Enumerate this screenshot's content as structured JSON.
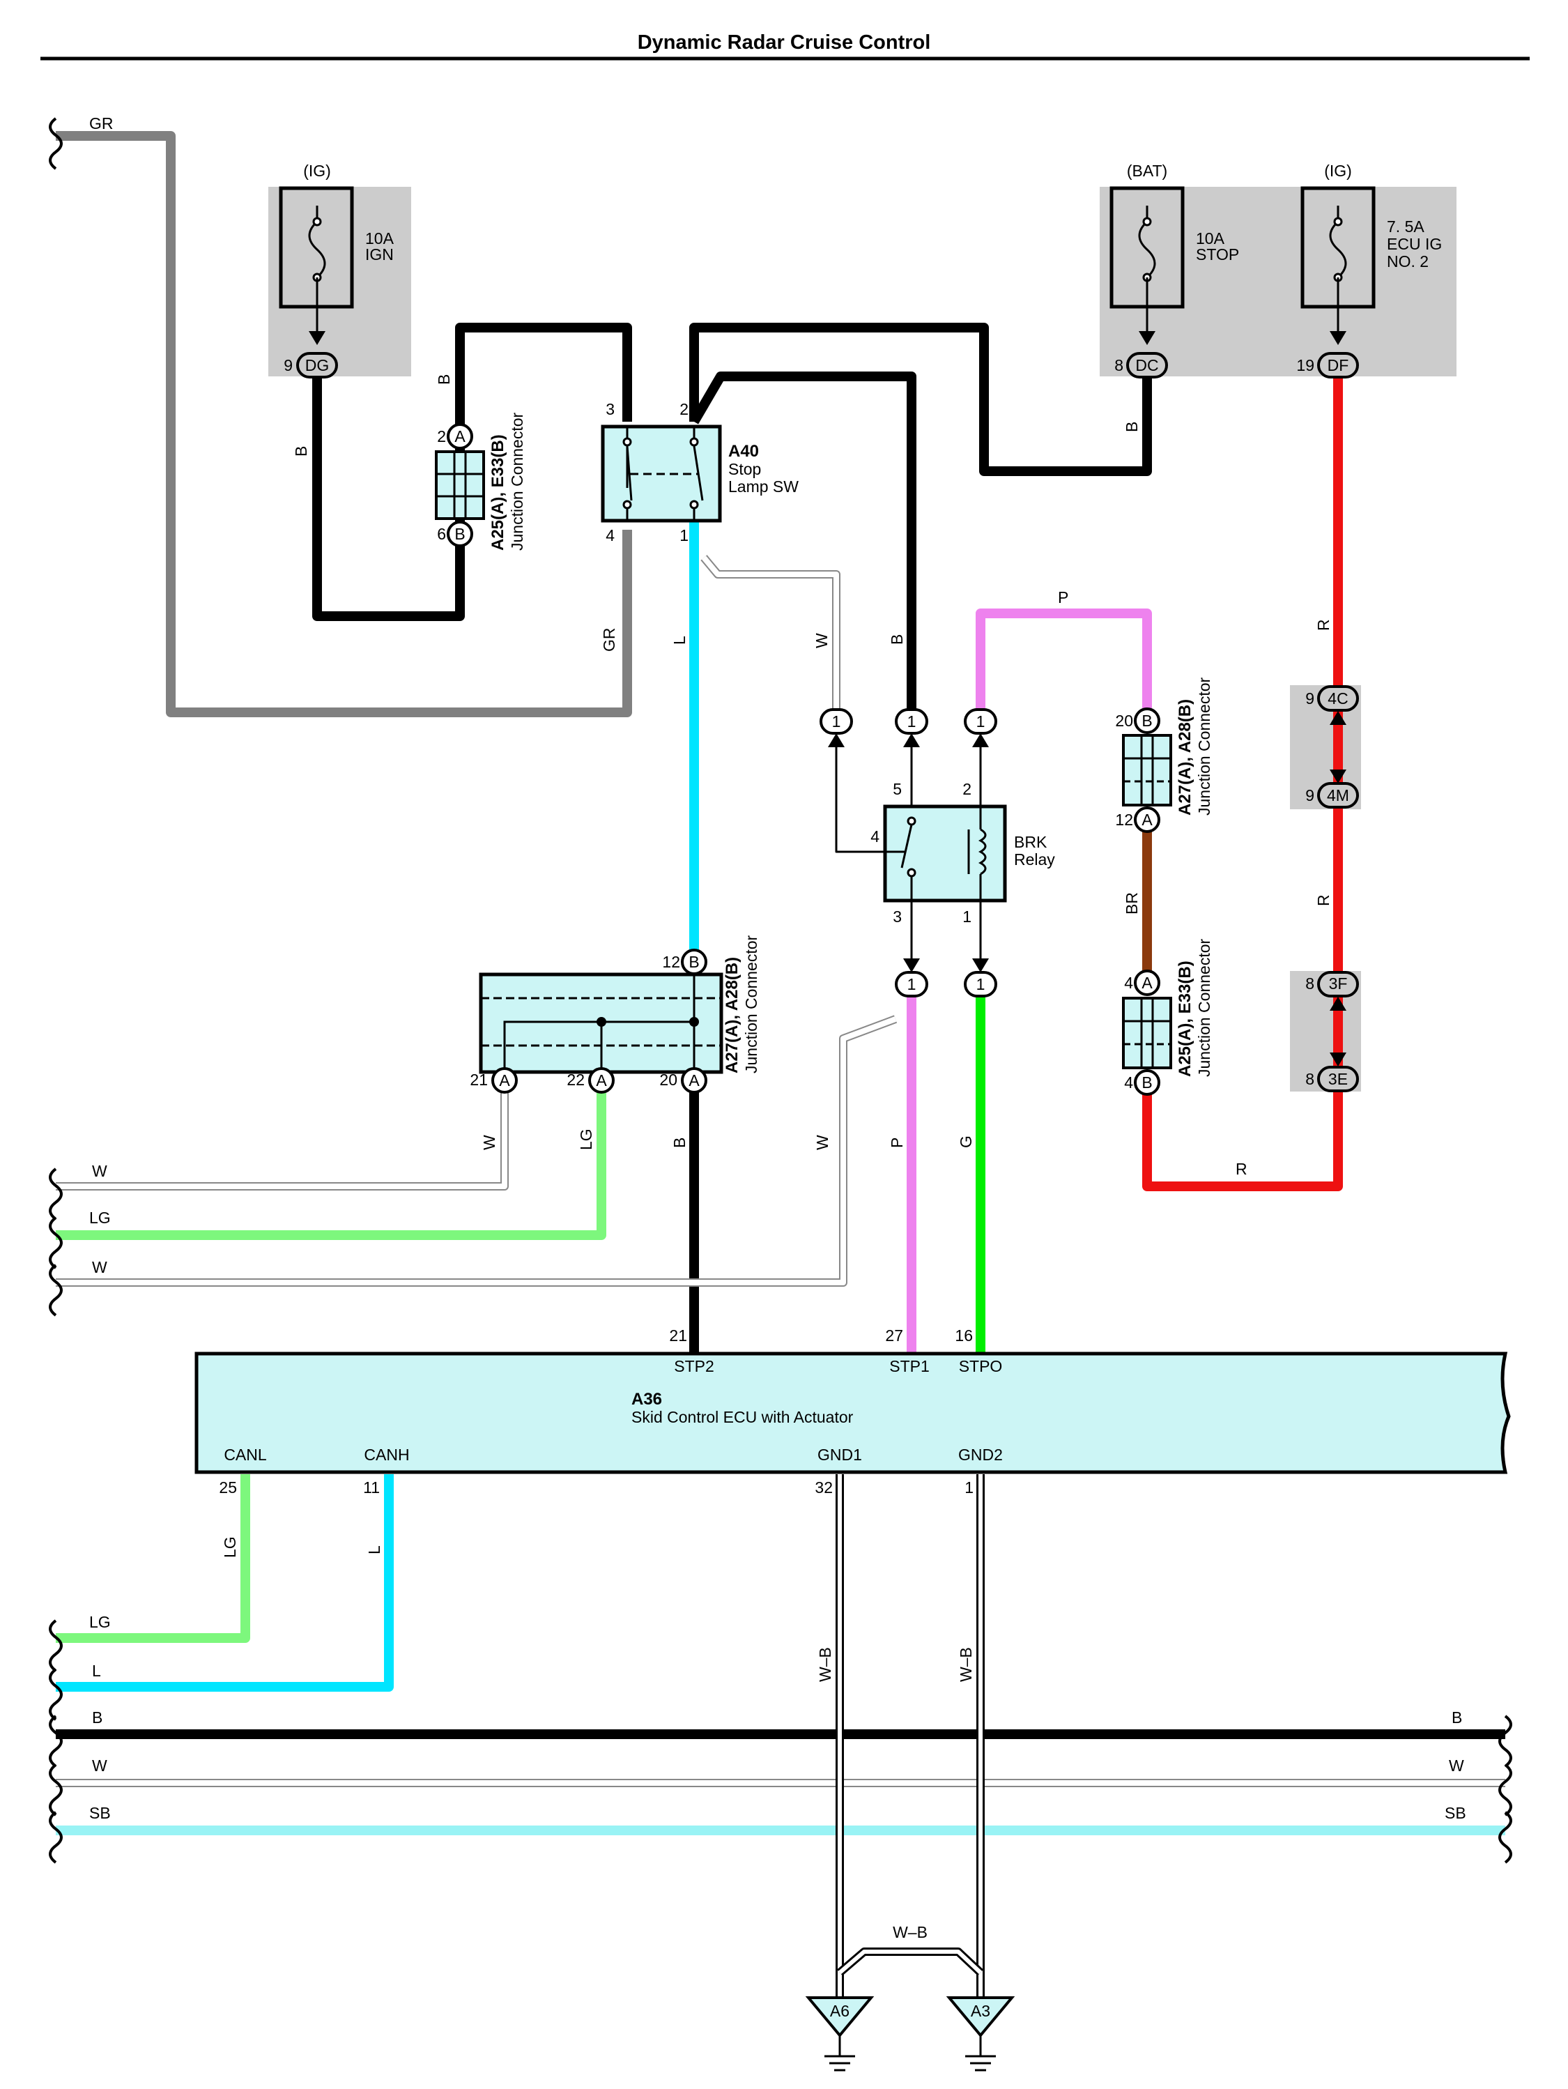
{
  "title": "Dynamic Radar Cruise Control",
  "fuses": [
    {
      "source": "(IG)",
      "rating": "10A",
      "name": "IGN",
      "pin": "9",
      "connector": "DG"
    },
    {
      "source": "(BAT)",
      "rating": "10A",
      "name": "STOP",
      "pin": "8",
      "connector": "DC"
    },
    {
      "source": "(IG)",
      "rating": "7. 5A",
      "name": "ECU IG",
      "name2": "NO. 2",
      "pin": "19",
      "connector": "DF"
    }
  ],
  "stop_lamp_sw": {
    "code": "A40",
    "line1": "Stop",
    "line2": "Lamp SW",
    "pins": [
      "3",
      "2",
      "4",
      "1"
    ]
  },
  "brk_relay": {
    "line1": "BRK",
    "line2": "Relay",
    "pins": [
      "5",
      "2",
      "4",
      "3",
      "1"
    ]
  },
  "junction_connectors": {
    "j1": {
      "code": "A25(A), E33(B)",
      "label": "Junction Connector",
      "pin_top": "2",
      "conn_top": "A",
      "pin_bottom": "6",
      "conn_bottom": "B"
    },
    "j2": {
      "code": "A27(A), A28(B)",
      "label": "Junction Connector",
      "pin_top": "20",
      "conn_top": "B",
      "pin_bottom": "12",
      "conn_bottom": "A"
    },
    "j3": {
      "code": "A25(A), E33(B)",
      "label": "Junction Connector",
      "pin_top": "4",
      "conn_top": "A",
      "pin_bottom": "4",
      "conn_bottom": "B"
    },
    "j4": {
      "code": "A27(A), A28(B)",
      "label": "Junction Connector",
      "pin_top": "12",
      "conn_top": "B",
      "pins": [
        "21",
        "22",
        "20"
      ],
      "conns": [
        "A",
        "A",
        "A"
      ]
    }
  },
  "inline_connectors": [
    {
      "pin": "9",
      "id": "4C"
    },
    {
      "pin": "9",
      "id": "4M"
    },
    {
      "pin": "8",
      "id": "3F"
    },
    {
      "pin": "8",
      "id": "3E"
    }
  ],
  "one_pin": "1",
  "ecu": {
    "code": "A36",
    "name": "Skid Control ECU with Actuator",
    "top_pins": [
      {
        "pin": "21",
        "label": "STP2"
      },
      {
        "pin": "27",
        "label": "STP1"
      },
      {
        "pin": "16",
        "label": "STPO"
      }
    ],
    "bottom_pins": [
      {
        "pin": "25",
        "label": "CANL"
      },
      {
        "pin": "11",
        "label": "CANH"
      },
      {
        "pin": "32",
        "label": "GND1"
      },
      {
        "pin": "1",
        "label": "GND2"
      }
    ]
  },
  "grounds": [
    "A6",
    "A3"
  ],
  "wire_colors": {
    "GR": "GR",
    "B": "B",
    "L": "L",
    "W": "W",
    "P": "P",
    "R": "R",
    "BR": "BR",
    "G": "G",
    "LG": "LG",
    "SB": "SB",
    "WB": "W–B"
  },
  "colors": {
    "black": "#000000",
    "gray": "#808080",
    "cyan": "#00e5ff",
    "pink": "#ee82ee",
    "red": "#ee1111",
    "brown": "#8b3a0e",
    "green": "#00ee00",
    "light_green": "#7df77d",
    "sky_blue": "#99f3f5",
    "component_fill": "#ccf5f5",
    "fuse_box": "#cccccc"
  }
}
